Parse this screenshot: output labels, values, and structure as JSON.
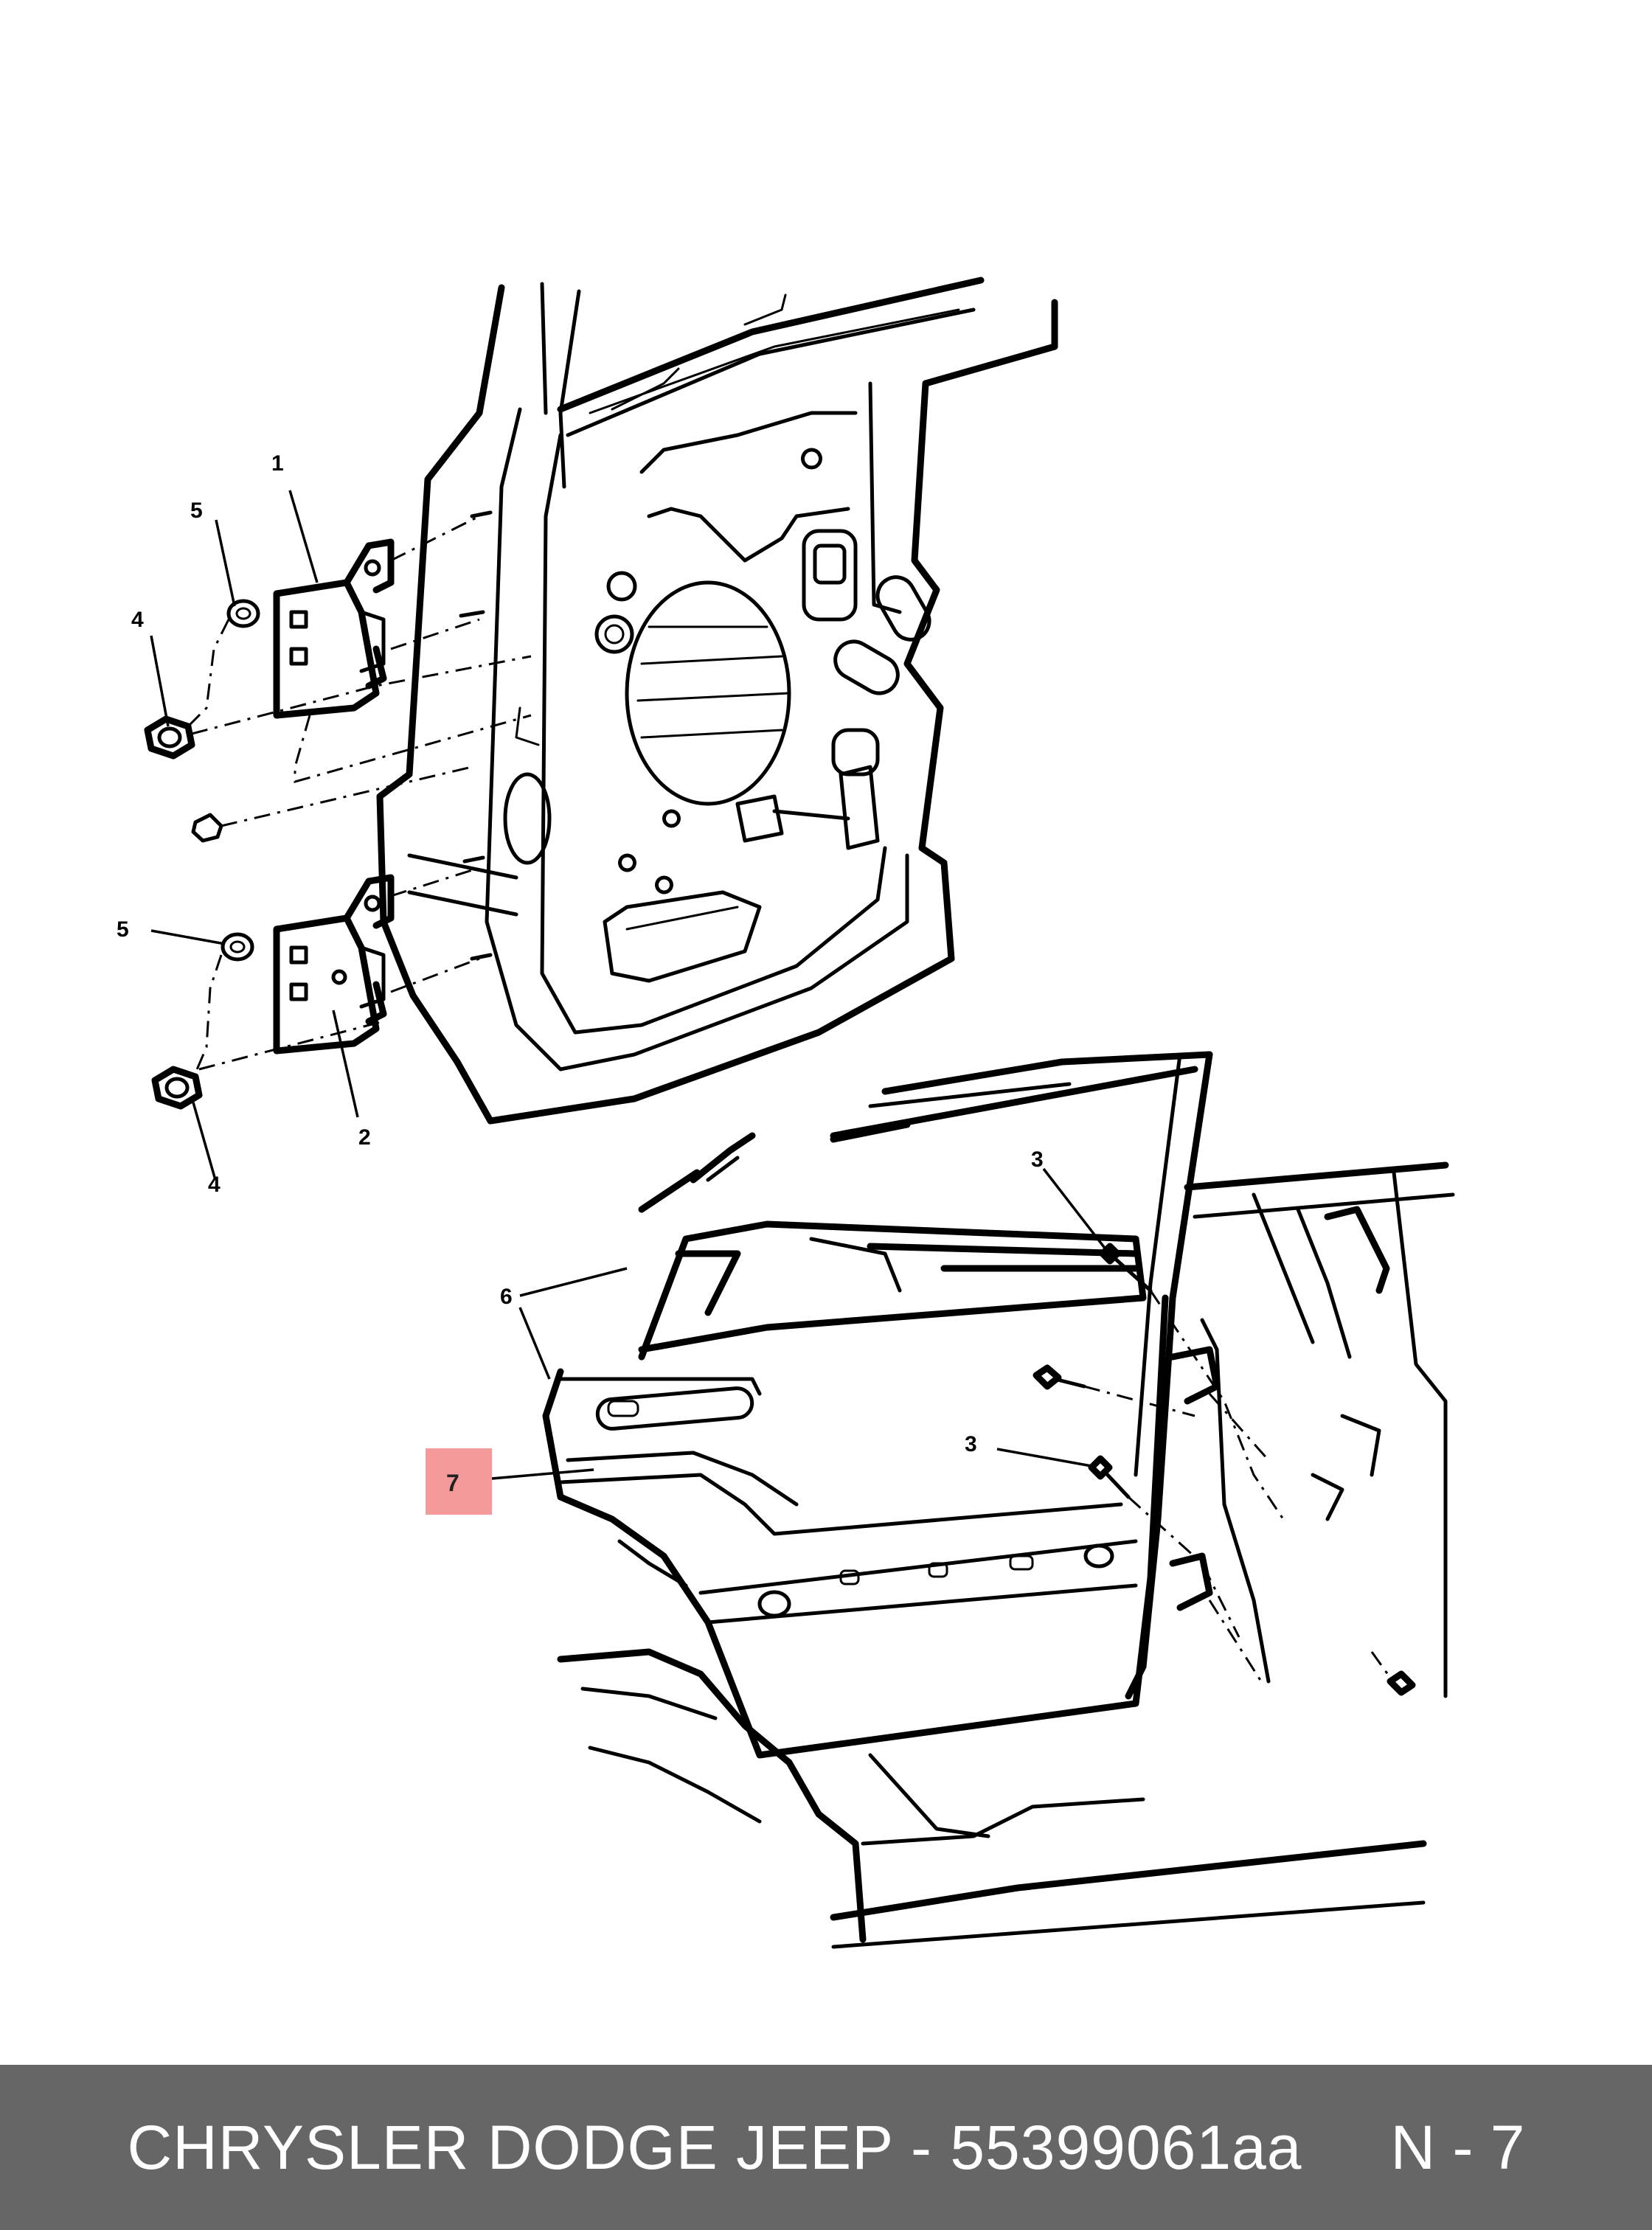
{
  "callouts": {
    "c1": "1",
    "c2": "2",
    "c3a": "3",
    "c3b": "3",
    "c4a": "4",
    "c4b": "4",
    "c5a": "5",
    "c5b": "5",
    "c6": "6",
    "c7": "7"
  },
  "highlight_color": "#f49a9a",
  "footer": {
    "title": "CHRYSLER DODGE JEEP - 55399061aa",
    "page": "N - 7",
    "background": "#666666"
  }
}
